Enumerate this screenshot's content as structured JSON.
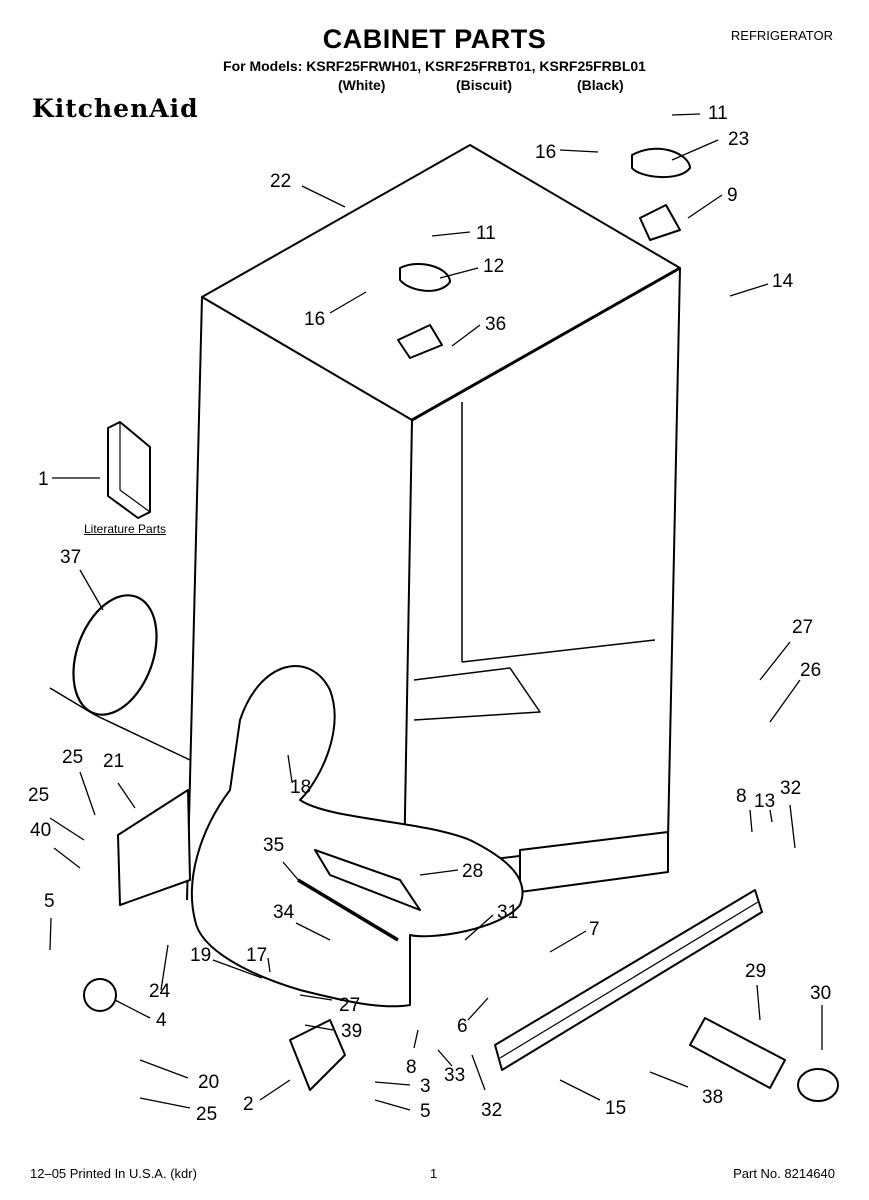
{
  "header": {
    "title": "CABINET PARTS",
    "category": "REFRIGERATOR",
    "models_line": "For Models: KSRF25FRWH01, KSRF25FRBT01, KSRF25FRBL01",
    "variants": [
      "(White)",
      "(Biscuit)",
      "(Black)"
    ],
    "brand": "KitchenAid"
  },
  "diagram": {
    "literature_label": "Literature Parts",
    "callouts": [
      "11",
      "23",
      "16",
      "9",
      "22",
      "11",
      "12",
      "16",
      "36",
      "14",
      "1",
      "37",
      "27",
      "26",
      "25",
      "21",
      "18",
      "8",
      "13",
      "32",
      "25",
      "40",
      "35",
      "28",
      "5",
      "34",
      "31",
      "7",
      "19",
      "17",
      "24",
      "27",
      "29",
      "30",
      "6",
      "4",
      "39",
      "8",
      "20",
      "33",
      "2",
      "3",
      "5",
      "32",
      "15",
      "38",
      "25"
    ]
  },
  "footer": {
    "printed": "12–05 Printed In U.S.A. (kdr)",
    "page": "1",
    "part_no": "Part No. 8214640"
  }
}
